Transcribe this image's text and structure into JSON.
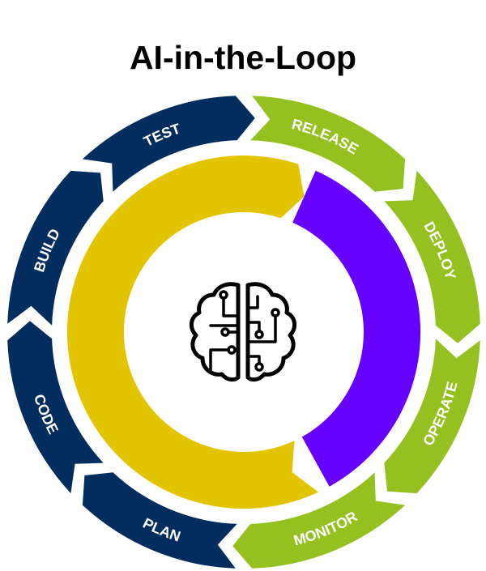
{
  "title": "AI-in-the-Loop",
  "segments": [
    {
      "label": "RELEASE",
      "color": "#94c120"
    },
    {
      "label": "DEPLOY",
      "color": "#94c120"
    },
    {
      "label": "OPERATE",
      "color": "#94c120"
    },
    {
      "label": "MONITOR",
      "color": "#94c120"
    },
    {
      "label": "PLAN",
      "color": "#032d5e"
    },
    {
      "label": "CODE",
      "color": "#032d5e"
    },
    {
      "label": "BUILD",
      "color": "#032d5e"
    },
    {
      "label": "TEST",
      "color": "#032d5e"
    }
  ],
  "inner_arcs": [
    {
      "name": "ai-arc-yellow",
      "color": "#e2c400"
    },
    {
      "name": "ai-arc-purple",
      "color": "#6600ff"
    }
  ],
  "center_icon": "brain-circuit-icon"
}
